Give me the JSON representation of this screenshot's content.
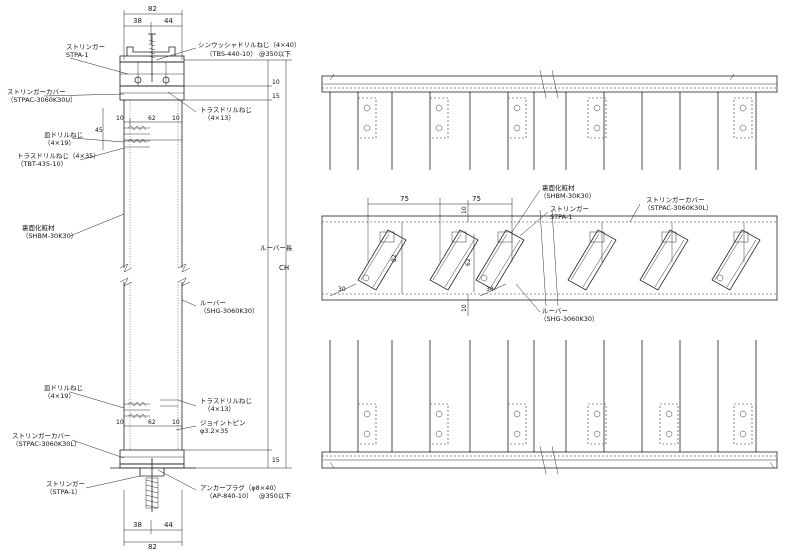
{
  "labels": {
    "stringer_top_name": "ストリンガー",
    "stringer_top_code": "STPA-1",
    "screw_top_name": "シンウッシャドリルねじ（4×40）",
    "screw_top_code": "（TBS-440-10）",
    "screw_top_pitch": "@350以下",
    "cover_top_name": "ストリンガーカバー",
    "cover_top_code": "（STPAC-3060K30U）",
    "truss_top_name": "トラスドリルねじ",
    "truss_top_size": "（4×13）",
    "flat_top_name": "皿ドリルねじ",
    "flat_top_size": "（4×19）",
    "truss435_name": "トラスドリルねじ（4×35）",
    "truss435_code": "（TBT-435-10）",
    "backing_left_name": "裏面化粧材",
    "backing_left_code": "（SHBM-30K30）",
    "louver_left_name": "ルーバー",
    "louver_left_code": "（SHG-3060K30）",
    "flat_bot_name": "皿ドリルねじ",
    "flat_bot_size": "（4×19）",
    "truss_bot_name": "トラスドリルねじ",
    "truss_bot_size": "（4×13）",
    "cover_bot_name": "ストリンガーカバー",
    "cover_bot_code": "（STPAC-3060K30L）",
    "joint_pin_name": "ジョイントピン",
    "joint_pin_size": "φ3.2×35",
    "stringer_bot_name": "ストリンガー",
    "stringer_bot_code": "（STPA-1）",
    "anchor_name": "アンカープラグ（φ8×40）",
    "anchor_code": "（AP-840-10）",
    "anchor_pitch": "@350以下",
    "louver_length": "ルーバー長",
    "ch": "CH",
    "backing_right_name": "裏面化粧材",
    "backing_right_code": "（SHBM-30K30）",
    "stringer_right_name": "ストリンガー",
    "stringer_right_code": "STPA-1",
    "cover_right_name": "ストリンガーカバー",
    "cover_right_code": "（STPAC-3060K30L）",
    "louver_right_name": "ルーバー",
    "louver_right_code": "（SHG-3060K30）"
  },
  "dimensions": {
    "top_total": "82",
    "top_left": "38",
    "top_right": "44",
    "top_v10": "10",
    "top_v15": "15",
    "d10": "10",
    "d62": "62",
    "d45": "45",
    "bot_v15": "15",
    "bot_d10": "10",
    "bot_d62": "62",
    "bot_total": "82",
    "bot_left": "38",
    "bot_right": "44",
    "pitch_a": "75",
    "pitch_b": "75",
    "sec_h": "82",
    "sec_62": "62",
    "sec_10": "10",
    "sec_10b": "10",
    "sec_30a": "30",
    "sec_30b": "30"
  }
}
